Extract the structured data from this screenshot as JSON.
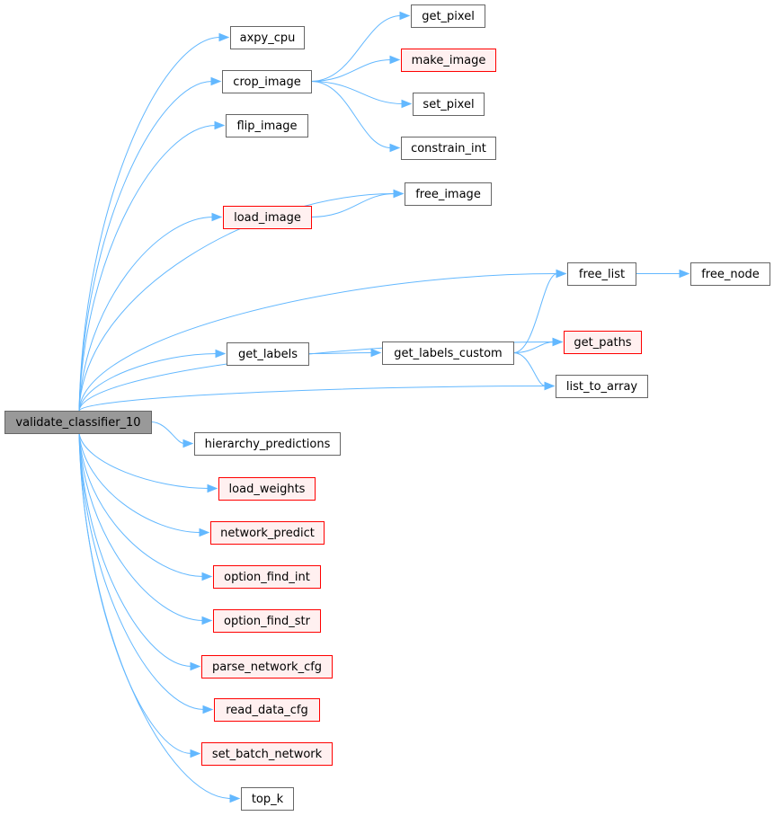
{
  "colors": {
    "edge": "#63b8ff",
    "root_fill": "#999999",
    "root_stroke": "#666666",
    "plain_fill": "#ffffff",
    "plain_stroke": "#666666",
    "truncated_fill": "#fff0f0",
    "truncated_stroke": "#ff0000"
  },
  "nodes": [
    {
      "id": "validate_classifier_10",
      "label": "validate_classifier_10",
      "style": "root"
    },
    {
      "id": "axpy_cpu",
      "label": "axpy_cpu",
      "style": "plain"
    },
    {
      "id": "crop_image",
      "label": "crop_image",
      "style": "plain"
    },
    {
      "id": "flip_image",
      "label": "flip_image",
      "style": "plain"
    },
    {
      "id": "free_image",
      "label": "free_image",
      "style": "plain"
    },
    {
      "id": "load_image",
      "label": "load_image",
      "style": "truncated"
    },
    {
      "id": "free_list",
      "label": "free_list",
      "style": "plain"
    },
    {
      "id": "get_paths",
      "label": "get_paths",
      "style": "truncated"
    },
    {
      "id": "get_labels",
      "label": "get_labels",
      "style": "plain"
    },
    {
      "id": "list_to_array",
      "label": "list_to_array",
      "style": "plain"
    },
    {
      "id": "hierarchy_predictions",
      "label": "hierarchy_predictions",
      "style": "plain"
    },
    {
      "id": "load_weights",
      "label": "load_weights",
      "style": "truncated"
    },
    {
      "id": "network_predict",
      "label": "network_predict",
      "style": "truncated"
    },
    {
      "id": "option_find_int",
      "label": "option_find_int",
      "style": "truncated"
    },
    {
      "id": "option_find_str",
      "label": "option_find_str",
      "style": "truncated"
    },
    {
      "id": "parse_network_cfg",
      "label": "parse_network_cfg",
      "style": "truncated"
    },
    {
      "id": "read_data_cfg",
      "label": "read_data_cfg",
      "style": "truncated"
    },
    {
      "id": "set_batch_network",
      "label": "set_batch_network",
      "style": "truncated"
    },
    {
      "id": "top_k",
      "label": "top_k",
      "style": "plain"
    },
    {
      "id": "get_pixel",
      "label": "get_pixel",
      "style": "plain"
    },
    {
      "id": "make_image",
      "label": "make_image",
      "style": "truncated"
    },
    {
      "id": "set_pixel",
      "label": "set_pixel",
      "style": "plain"
    },
    {
      "id": "constrain_int",
      "label": "constrain_int",
      "style": "plain"
    },
    {
      "id": "get_labels_custom",
      "label": "get_labels_custom",
      "style": "plain"
    },
    {
      "id": "free_node",
      "label": "free_node",
      "style": "plain"
    }
  ],
  "edges": [
    {
      "from": "validate_classifier_10",
      "to": "axpy_cpu"
    },
    {
      "from": "validate_classifier_10",
      "to": "crop_image"
    },
    {
      "from": "validate_classifier_10",
      "to": "flip_image"
    },
    {
      "from": "validate_classifier_10",
      "to": "free_image"
    },
    {
      "from": "validate_classifier_10",
      "to": "load_image"
    },
    {
      "from": "validate_classifier_10",
      "to": "free_list"
    },
    {
      "from": "validate_classifier_10",
      "to": "get_paths"
    },
    {
      "from": "validate_classifier_10",
      "to": "get_labels"
    },
    {
      "from": "validate_classifier_10",
      "to": "list_to_array"
    },
    {
      "from": "validate_classifier_10",
      "to": "hierarchy_predictions"
    },
    {
      "from": "validate_classifier_10",
      "to": "load_weights"
    },
    {
      "from": "validate_classifier_10",
      "to": "network_predict"
    },
    {
      "from": "validate_classifier_10",
      "to": "option_find_int"
    },
    {
      "from": "validate_classifier_10",
      "to": "option_find_str"
    },
    {
      "from": "validate_classifier_10",
      "to": "parse_network_cfg"
    },
    {
      "from": "validate_classifier_10",
      "to": "read_data_cfg"
    },
    {
      "from": "validate_classifier_10",
      "to": "set_batch_network"
    },
    {
      "from": "validate_classifier_10",
      "to": "top_k"
    },
    {
      "from": "crop_image",
      "to": "get_pixel"
    },
    {
      "from": "crop_image",
      "to": "make_image"
    },
    {
      "from": "crop_image",
      "to": "set_pixel"
    },
    {
      "from": "crop_image",
      "to": "constrain_int"
    },
    {
      "from": "load_image",
      "to": "free_image"
    },
    {
      "from": "get_labels",
      "to": "get_labels_custom"
    },
    {
      "from": "get_labels_custom",
      "to": "free_list"
    },
    {
      "from": "get_labels_custom",
      "to": "get_paths"
    },
    {
      "from": "get_labels_custom",
      "to": "list_to_array"
    },
    {
      "from": "free_list",
      "to": "free_node"
    }
  ]
}
